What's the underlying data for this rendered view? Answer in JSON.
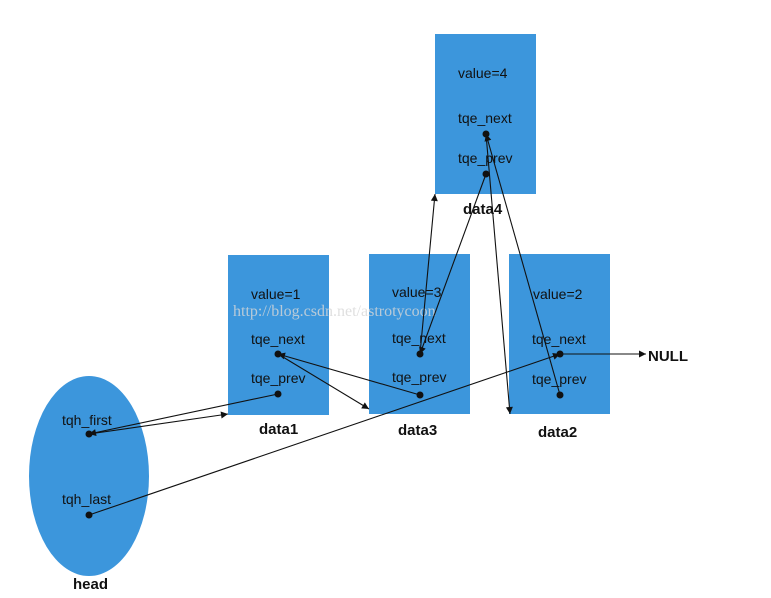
{
  "colors": {
    "node_fill": "#3C96DC",
    "text": "#111111",
    "line": "#111111",
    "background": "#ffffff",
    "watermark": "#d8d8d8"
  },
  "watermark": "http://blog.csdn.net/astrotycoon",
  "head": {
    "caption": "head",
    "first_label": "tqh_first",
    "last_label": "tqh_last"
  },
  "nodes": {
    "data1": {
      "caption": "data1",
      "value": "value=1",
      "next_label": "tqe_next",
      "prev_label": "tqe_prev"
    },
    "data3": {
      "caption": "data3",
      "value": "value=3",
      "next_label": "tqe_next",
      "prev_label": "tqe_prev"
    },
    "data2": {
      "caption": "data2",
      "value": "value=2",
      "next_label": "tqe_next",
      "prev_label": "tqe_prev"
    },
    "data4": {
      "caption": "data4",
      "value": "value=4",
      "next_label": "tqe_next",
      "prev_label": "tqe_prev"
    }
  },
  "null_label": "NULL"
}
